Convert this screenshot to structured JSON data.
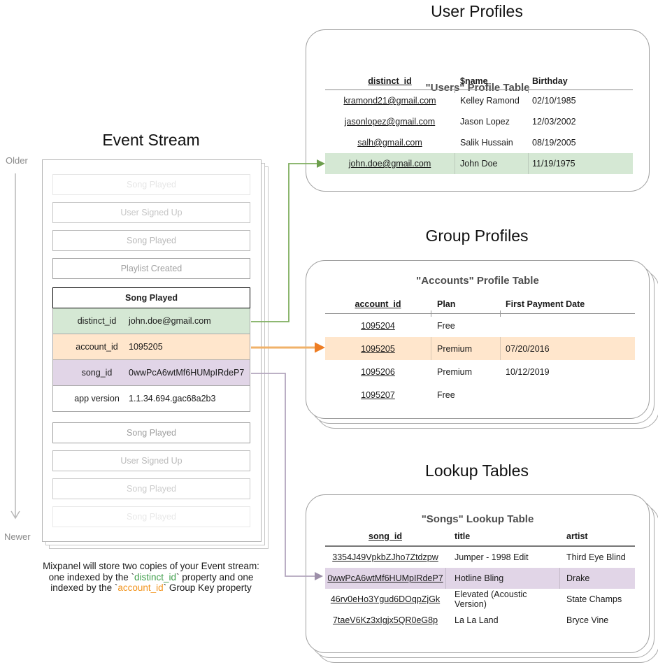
{
  "event_stream": {
    "title": "Event Stream",
    "older_label": "Older",
    "newer_label": "Newer",
    "events_before": [
      "Song Played",
      "User Signed Up",
      "Song Played",
      "Playlist Created"
    ],
    "expanded_event": {
      "title": "Song Played",
      "properties": [
        {
          "key": "distinct_id",
          "value": "john.doe@gmail.com",
          "highlight": "green"
        },
        {
          "key": "account_id",
          "value": "1095205",
          "highlight": "orange"
        },
        {
          "key": "song_id",
          "value": "0wwPcA6wtMf6HUMpIRdeP7",
          "highlight": "purple"
        },
        {
          "key": "app version",
          "value": "1.1.34.694.gac68a2b3",
          "highlight": "none"
        }
      ]
    },
    "events_after": [
      "Song Played",
      "User Signed Up",
      "Song Played",
      "Song Played"
    ],
    "caption": {
      "line1": "Mixpanel will store two copies of your Event stream:",
      "line2_pre": "one indexed by the `",
      "line2_code": "distinct_id",
      "line2_post": "` property and one",
      "line3_pre": "indexed by the `",
      "line3_code": "account_id",
      "line3_post": "` Group Key property"
    }
  },
  "user_profiles": {
    "section_title": "User Profiles",
    "card_title": "\"Users\" Profile Table",
    "columns": [
      "distinct_id",
      "$name",
      "Birthday"
    ],
    "rows": [
      [
        "kramond21@gmail.com",
        "Kelley Ramond",
        "02/10/1985"
      ],
      [
        "jasonlopez@gmail.com",
        "Jason Lopez",
        "12/03/2002"
      ],
      [
        "salh@gmail.com",
        "Salik Hussain",
        "08/19/2005"
      ],
      [
        "john.doe@gmail.com",
        "John Doe",
        "11/19/1975"
      ]
    ],
    "highlighted_row_index": 3
  },
  "group_profiles": {
    "section_title": "Group Profiles",
    "card_title": "\"Accounts\" Profile Table",
    "columns": [
      "account_id",
      "Plan",
      "First Payment Date"
    ],
    "rows": [
      [
        "1095204",
        "Free",
        ""
      ],
      [
        "1095205",
        "Premium",
        "07/20/2016"
      ],
      [
        "1095206",
        "Premium",
        "10/12/2019"
      ],
      [
        "1095207",
        "Free",
        ""
      ]
    ],
    "highlighted_row_index": 1
  },
  "lookup_tables": {
    "section_title": "Lookup Tables",
    "card_title": "\"Songs\" Lookup Table",
    "columns": [
      "song_id",
      "title",
      "artist"
    ],
    "rows": [
      [
        "3354J49VpkbZJho7Ztdzpw",
        "Jumper - 1998 Edit",
        "Third Eye Blind"
      ],
      [
        "0wwPcA6wtMf6HUMpIRdeP7",
        "Hotline Bling",
        "Drake"
      ],
      [
        "46rv0eHo3Ygud6DOqpZjGk",
        "Elevated (Acoustic Version)",
        "State Champs"
      ],
      [
        "7taeV6Kz3xIgjx5QR0eG8p",
        "La La Land",
        "Bryce Vine"
      ]
    ],
    "highlighted_row_index": 1
  },
  "colors": {
    "green_highlight": "#d5e8d4",
    "orange_highlight": "#ffe6cc",
    "purple_highlight": "#e1d5e7",
    "green_arrow": "#7fae5f",
    "orange_arrow": "#f0b269",
    "orange_arrowhead": "#ee7d23",
    "purple_arrow": "#b3a6bd",
    "purple_arrowhead": "#9d8fa9",
    "code_green": "#3f9e4a",
    "code_orange": "#f2941d"
  }
}
